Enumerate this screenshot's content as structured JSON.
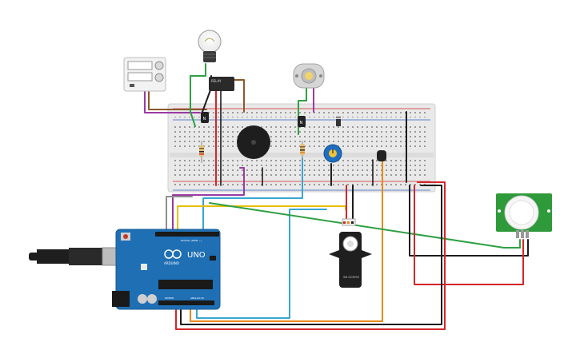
{
  "arduino": {
    "board_text": "UNO",
    "brand_text": "ARDUINO",
    "header_digital": "DIGITAL (PWM ~)",
    "header_power": "POWER",
    "header_analog": "ANALOG IN"
  },
  "relay": {
    "label": "RELAY"
  },
  "servo": {
    "label": "SM-S2309S"
  },
  "transistor": {
    "label": "N"
  },
  "colors": {
    "red": "#d2262b",
    "black": "#1c1c1c",
    "green": "#2ea043",
    "yellow": "#e8c000",
    "orange": "#e88a1a",
    "blue": "#3aa6cf",
    "purple": "#9b3aa3",
    "brown": "#8a5a2b",
    "gray": "#8e8e8e",
    "pcb_blue": "#1f6fb5",
    "pir_green": "#2e9a3a"
  }
}
